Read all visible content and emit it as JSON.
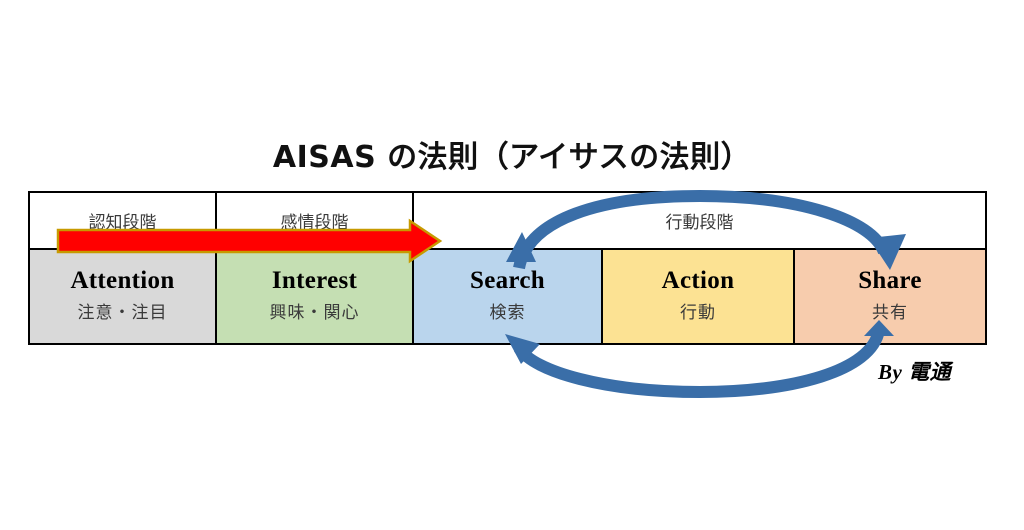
{
  "title": "AISAS の法則（アイサスの法則）",
  "byline": "By  電通",
  "colors": {
    "attention_bg": "#D9D9D9",
    "interest_bg": "#C5DFB3",
    "search_bg": "#BAD5ED",
    "action_bg": "#FCE293",
    "share_bg": "#F7CCAD",
    "red_arrow": "#FF0000",
    "red_arrow_outline": "#C79A00",
    "blue_arrow": "#3A6EA8",
    "border": "#000000"
  },
  "table": {
    "stage_headers": [
      {
        "label": "認知段階",
        "span": 1
      },
      {
        "label": "感情段階",
        "span": 1
      },
      {
        "label": "行動段階",
        "span": 3
      }
    ],
    "cells": [
      {
        "en": "Attention",
        "jp": "注意・注目",
        "bg_class": "bg-attention",
        "name": "attention"
      },
      {
        "en": "Interest",
        "jp": "興味・関心",
        "bg_class": "bg-interest",
        "name": "interest"
      },
      {
        "en": "Search",
        "jp": "検索",
        "bg_class": "bg-search",
        "name": "search"
      },
      {
        "en": "Action",
        "jp": "行動",
        "bg_class": "bg-action",
        "name": "action"
      },
      {
        "en": "Share",
        "jp": "共有",
        "bg_class": "bg-share",
        "name": "share"
      }
    ]
  },
  "arrows": {
    "progress_arrow": "認知段階から感情段階へ進む赤い矢印",
    "loop_arrow_top": "Search から Share へ向かう青い弧",
    "loop_arrow_bottom": "Share から Search へ戻る青い弧"
  }
}
